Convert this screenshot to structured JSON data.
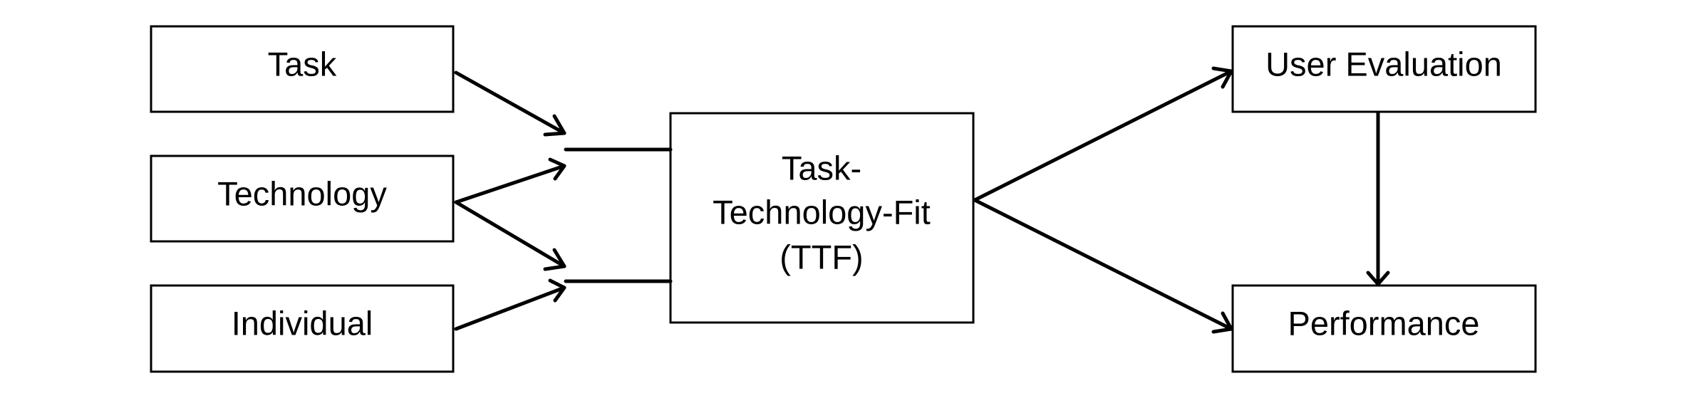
{
  "diagram": {
    "nodes": {
      "task": "Task",
      "technology": "Technology",
      "individual": "Individual",
      "ttf_line1": "Task-",
      "ttf_line2": "Technology-Fit",
      "ttf_line3": "(TTF)",
      "user_evaluation": "User Evaluation",
      "performance": "Performance"
    },
    "edges": [
      {
        "from": "task",
        "to": "ttf"
      },
      {
        "from": "technology",
        "to": "ttf"
      },
      {
        "from": "technology",
        "to": "ttf"
      },
      {
        "from": "individual",
        "to": "ttf"
      },
      {
        "from": "ttf",
        "to": "user_evaluation"
      },
      {
        "from": "ttf",
        "to": "performance"
      },
      {
        "from": "user_evaluation",
        "to": "performance"
      }
    ]
  }
}
